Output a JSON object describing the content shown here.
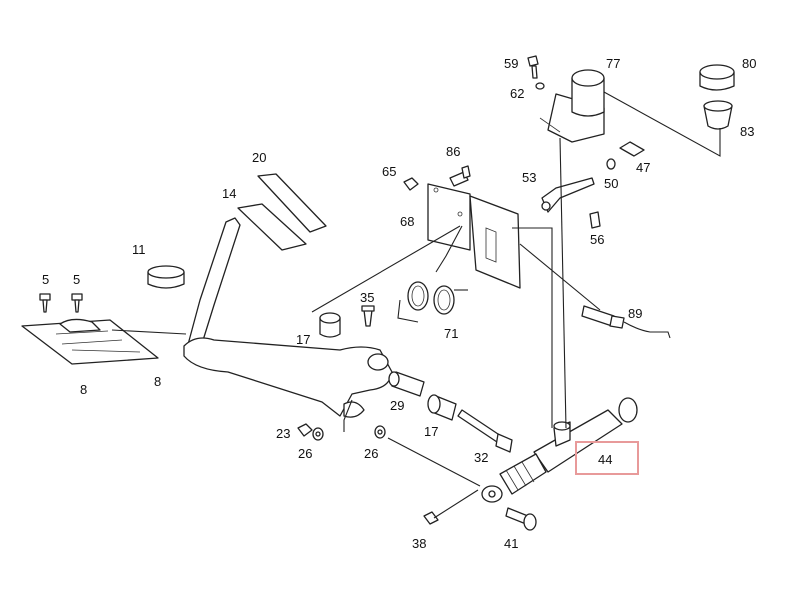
{
  "diagram": {
    "highlight_color": "#e89a9a",
    "labels": {
      "l5a": "5",
      "l5b": "5",
      "l8a": "8",
      "l8b": "8",
      "l11": "11",
      "l14": "14",
      "l17a": "17",
      "l17b": "17",
      "l20": "20",
      "l23": "23",
      "l26a": "26",
      "l26b": "26",
      "l29": "29",
      "l32": "32",
      "l35": "35",
      "l38": "38",
      "l41": "41",
      "l44": "44",
      "l47": "47",
      "l50": "50",
      "l53": "53",
      "l56": "56",
      "l59": "59",
      "l62": "62",
      "l65": "65",
      "l68": "68",
      "l71": "71",
      "l77": "77",
      "l80": "80",
      "l83": "83",
      "l86": "86",
      "l89": "89"
    }
  }
}
